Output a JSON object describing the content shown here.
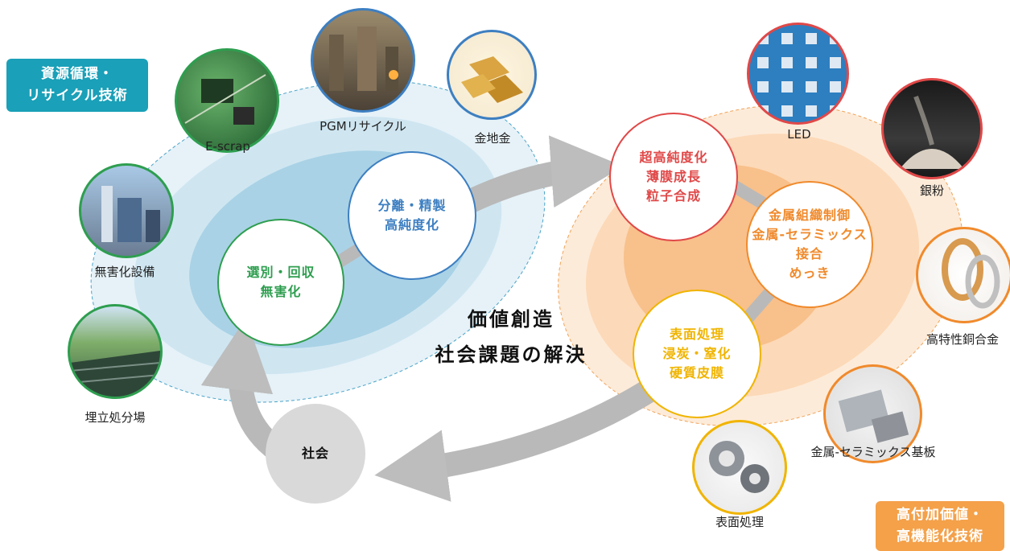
{
  "colors": {
    "green": "#2e9e4f",
    "blue": "#3d7fc1",
    "red": "#e04848",
    "orange": "#f08a2c",
    "amber": "#f0b400",
    "teal": "#1aa0b8",
    "badge_orange": "#f4a14a"
  },
  "badges": {
    "left": {
      "line1": "資源循環・",
      "line2": "リサイクル技術"
    },
    "right": {
      "line1": "高付加価値・",
      "line2": "高機能化技術"
    }
  },
  "center": {
    "line1": "価値創造",
    "line2": "社会課題の解決"
  },
  "nodes": {
    "separation": {
      "line1": "分離・精製",
      "line2": "高純度化"
    },
    "sorting": {
      "line1": "選別・回収",
      "line2": "無害化"
    },
    "society": {
      "label": "社会"
    },
    "ultrapure": {
      "line1": "超高純度化",
      "line2": "薄膜成長",
      "line3": "粒子合成"
    },
    "metal": {
      "line1": "金属組織制御",
      "line2": "金属-セラミックス",
      "line3": "接合",
      "line4": "めっき"
    },
    "surface": {
      "line1": "表面処理",
      "line2": "浸炭・窒化",
      "line3": "硬質皮膜"
    }
  },
  "photos": {
    "e_scrap": {
      "caption": "E-scrap",
      "icon": "circuit-board-icon"
    },
    "pgm": {
      "caption": "PGMリサイクル",
      "icon": "refinery-plant-icon"
    },
    "gold": {
      "caption": "金地金",
      "icon": "gold-bar-icon"
    },
    "detox": {
      "caption": "無害化設備",
      "icon": "industrial-facility-icon"
    },
    "landfill": {
      "caption": "埋立処分場",
      "icon": "landfill-icon"
    },
    "led": {
      "caption": "LED",
      "icon": "led-chip-icon"
    },
    "silver": {
      "caption": "銀粉",
      "icon": "silver-powder-icon"
    },
    "copper": {
      "caption": "高特性銅合金",
      "icon": "copper-strip-icon"
    },
    "ceramic": {
      "caption": "金属-セラミックス基板",
      "icon": "ceramic-substrate-icon"
    },
    "surface_photo": {
      "caption": "表面処理",
      "icon": "machined-parts-icon"
    }
  }
}
